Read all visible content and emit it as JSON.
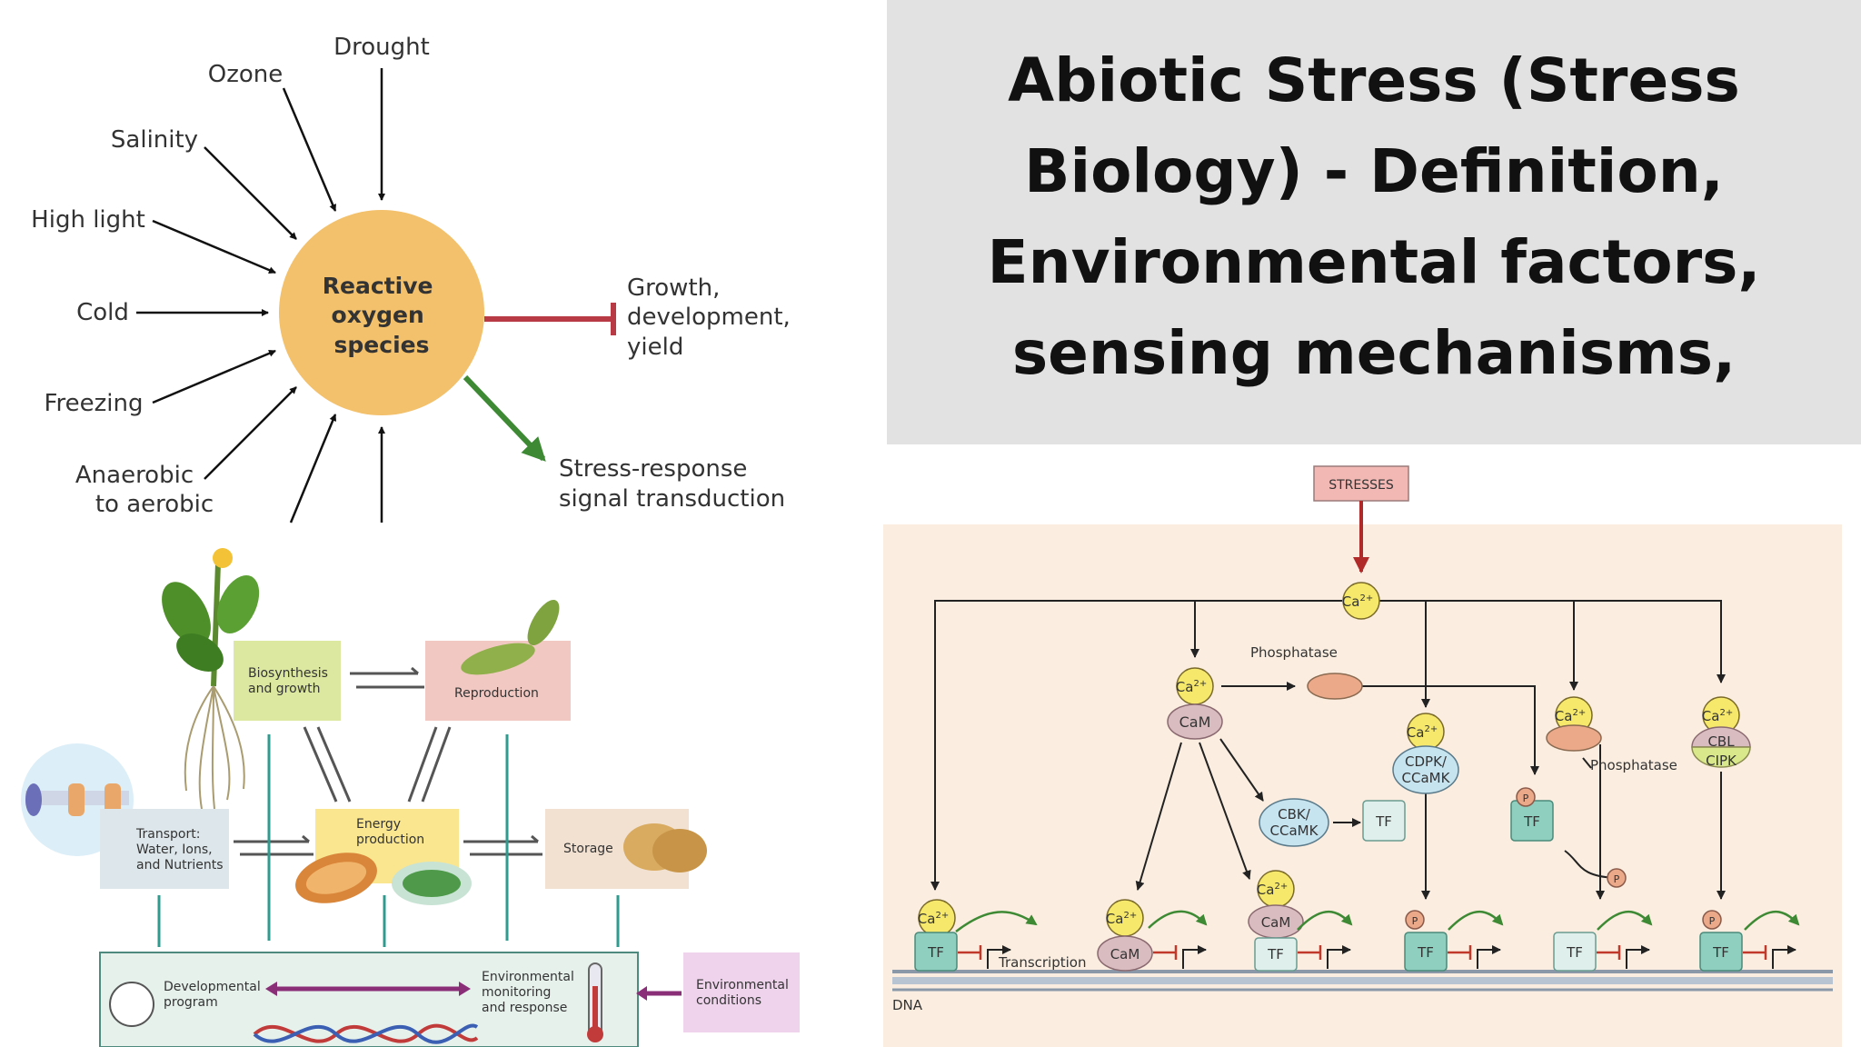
{
  "title": "Abiotic Stress (Stress Biology) - Definition, Environmental factors, sensing mechanisms,",
  "ros_diagram": {
    "center_lines": [
      "Reactive",
      "oxygen",
      "species"
    ],
    "inputs": [
      "Drought",
      "Ozone",
      "Salinity",
      "High light",
      "Cold",
      "Freezing",
      "Anaerobic",
      "to aerobic"
    ],
    "inhibits_lines": [
      "Growth,",
      "development,",
      "yield"
    ],
    "promotes_lines": [
      "Stress-response",
      "signal transduction"
    ]
  },
  "plant_diagram": {
    "biosynthesis": [
      "Biosynthesis",
      "and growth"
    ],
    "reproduction": "Reproduction",
    "transport": [
      "Transport:",
      "Water, Ions,",
      "and Nutrients"
    ],
    "energy": [
      "Energy",
      "production"
    ],
    "storage": "Storage",
    "developmental": [
      "Developmental",
      "program"
    ],
    "monitoring": [
      "Environmental",
      "monitoring",
      "and response"
    ],
    "conditions": [
      "Environmental",
      "conditions"
    ]
  },
  "signaling_diagram": {
    "stresses": "STRESSES",
    "ca": "Ca",
    "ca_sup": "2+",
    "cam": "CaM",
    "phosphatase": "Phosphatase",
    "cdpk": [
      "CDPK/",
      "CCaMK"
    ],
    "cbk": [
      "CBK/",
      "CCaMK"
    ],
    "cbl": "CBL",
    "cipk": "CIPK",
    "tf": "TF",
    "p": "P",
    "transcription": "Transcription",
    "dna": "DNA"
  },
  "colors": {
    "ros_fill": "#f3c06b",
    "inhibit": "#b83a44",
    "promote": "#3e8a34",
    "signal_bg": "#fbeee0",
    "title_bg": "#e2e2e2"
  }
}
